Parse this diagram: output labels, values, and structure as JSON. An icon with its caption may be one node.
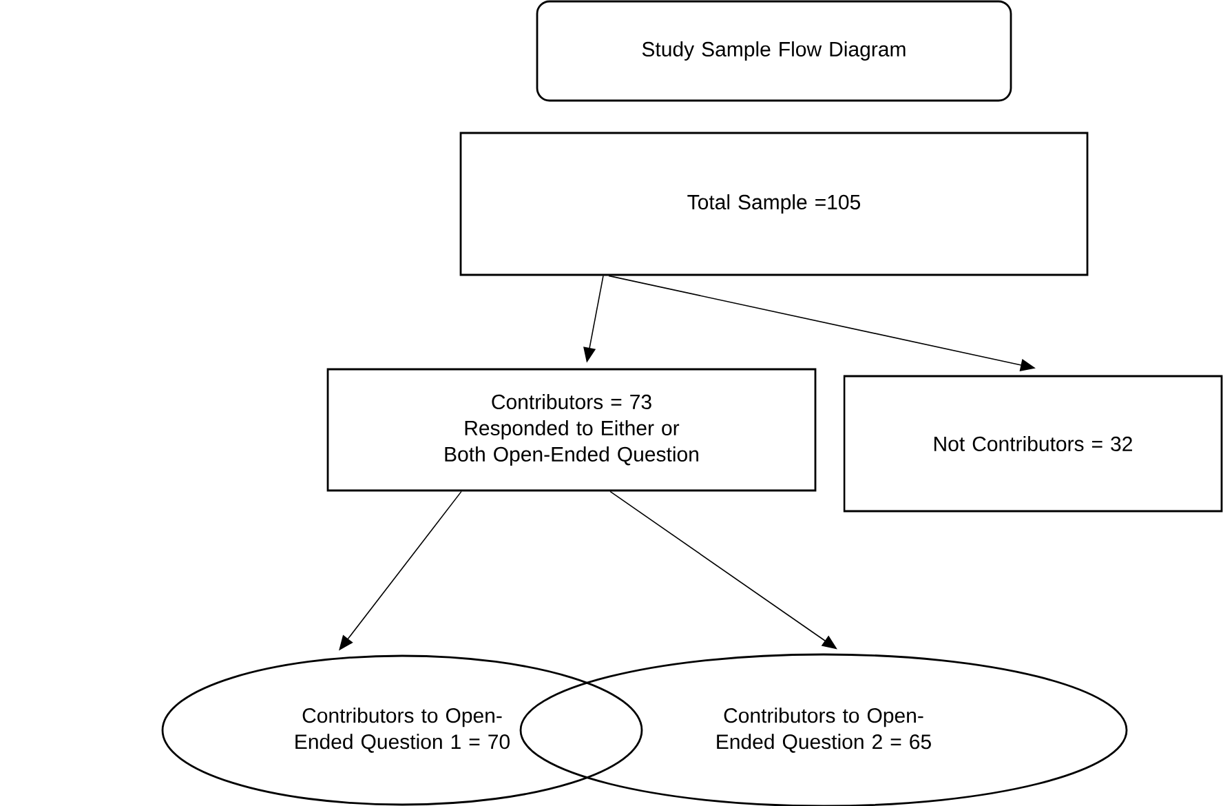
{
  "diagram": {
    "nodes": [
      {
        "text": [
          "Study Sample Flow Diagram"
        ]
      },
      {
        "text": [
          "Total Sample =105"
        ]
      },
      {
        "text": [
          "Contributors = 73 Responded to Either or Both Open-Ended Question"
        ]
      },
      {
        "text": [
          "Not Contributors = 32"
        ]
      },
      {
        "text": [
          "Contributors to Open-Ended Question 1 = 70"
        ]
      },
      {
        "text": [
          "Contributors to Open-Ended Question 2 = 65"
        ]
      }
    ],
    "edges": [
      {
        "from": 1,
        "to": 2,
        "arrow": "to"
      },
      {
        "from": 1,
        "to": 3,
        "arrow": "to"
      },
      {
        "from": 2,
        "to": 4,
        "arrow": "to"
      },
      {
        "from": 2,
        "to": 5,
        "arrow": "to"
      }
    ]
  }
}
